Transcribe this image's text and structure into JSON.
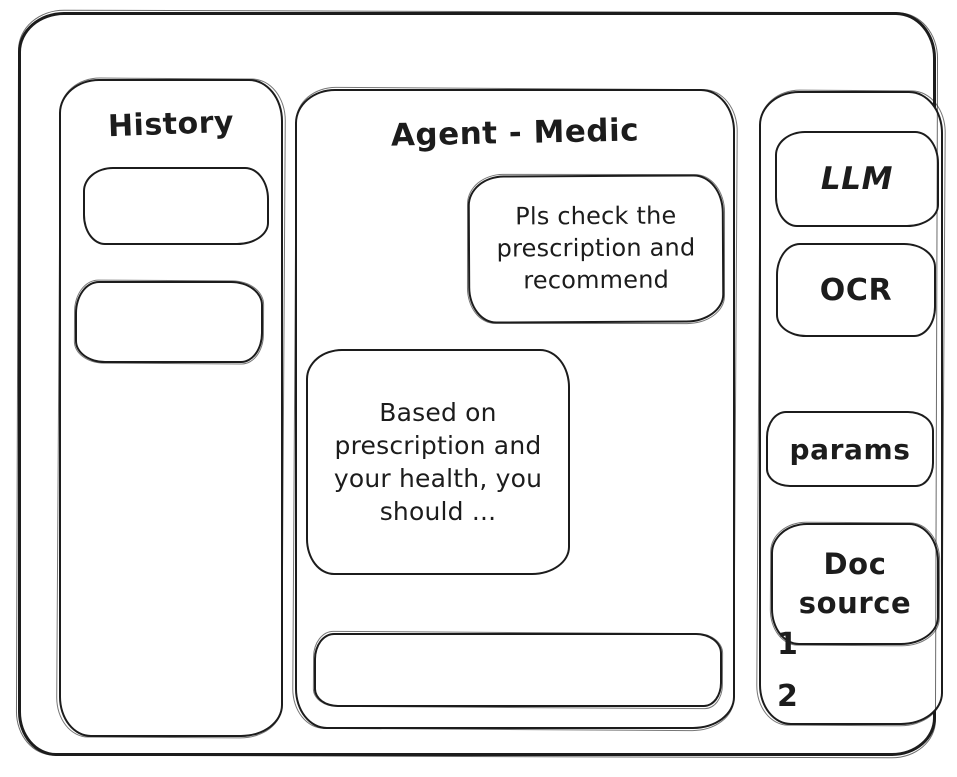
{
  "colors": {
    "stroke": "#1c1c1c",
    "background": "#ffffff"
  },
  "history_panel": {
    "title": "History",
    "items": [
      {
        "label": ""
      },
      {
        "label": ""
      }
    ]
  },
  "chat_panel": {
    "title": "Agent - Medic",
    "messages": [
      {
        "role": "user",
        "text": "Pls check the prescription and recommend"
      },
      {
        "role": "assistant",
        "text": "Based on prescription and your health, you should ..."
      }
    ],
    "input": {
      "value": "",
      "placeholder": ""
    }
  },
  "tools_panel": {
    "buttons": [
      {
        "label": "LLM"
      },
      {
        "label": "OCR"
      },
      {
        "label": "params"
      },
      {
        "label": "Doc source"
      }
    ],
    "doc_list": [
      {
        "label": "1"
      },
      {
        "label": "2"
      }
    ]
  }
}
